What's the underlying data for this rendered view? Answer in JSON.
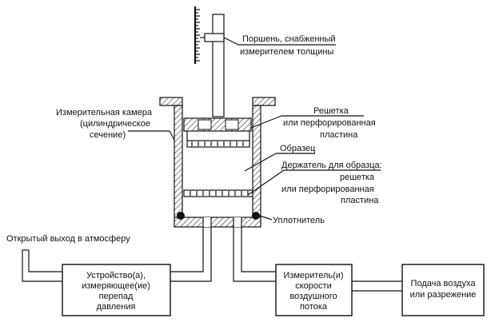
{
  "labels": {
    "piston_l1": "Поршень, снабженный",
    "piston_l2": "измерителем толщины",
    "chamber_l1": "Измерительная камера",
    "chamber_l2": "(цилиндрическое",
    "chamber_l3": "сечение)",
    "grid_l1": "Решетка",
    "grid_l2": "или перфорированная",
    "grid_l3": "пластина",
    "sample": "Образец",
    "holder_l1": "Держатель для образца:",
    "holder_l2": "решетка",
    "holder_l3": "или перфорированная",
    "holder_l4": "пластина",
    "seal": "Уплотнитель",
    "open_outlet": "Открытый выход в атмосферу"
  },
  "boxes": {
    "pressure_l1": "Устройство(а),",
    "pressure_l2": "измеряющее(ие)",
    "pressure_l3": "перепад",
    "pressure_l4": "давления",
    "flow_l1": "Измеритель(и)",
    "flow_l2": "скорости",
    "flow_l3": "воздушного",
    "flow_l4": "потока",
    "supply_l1": "Подача воздуха",
    "supply_l2": "или разрежение"
  }
}
